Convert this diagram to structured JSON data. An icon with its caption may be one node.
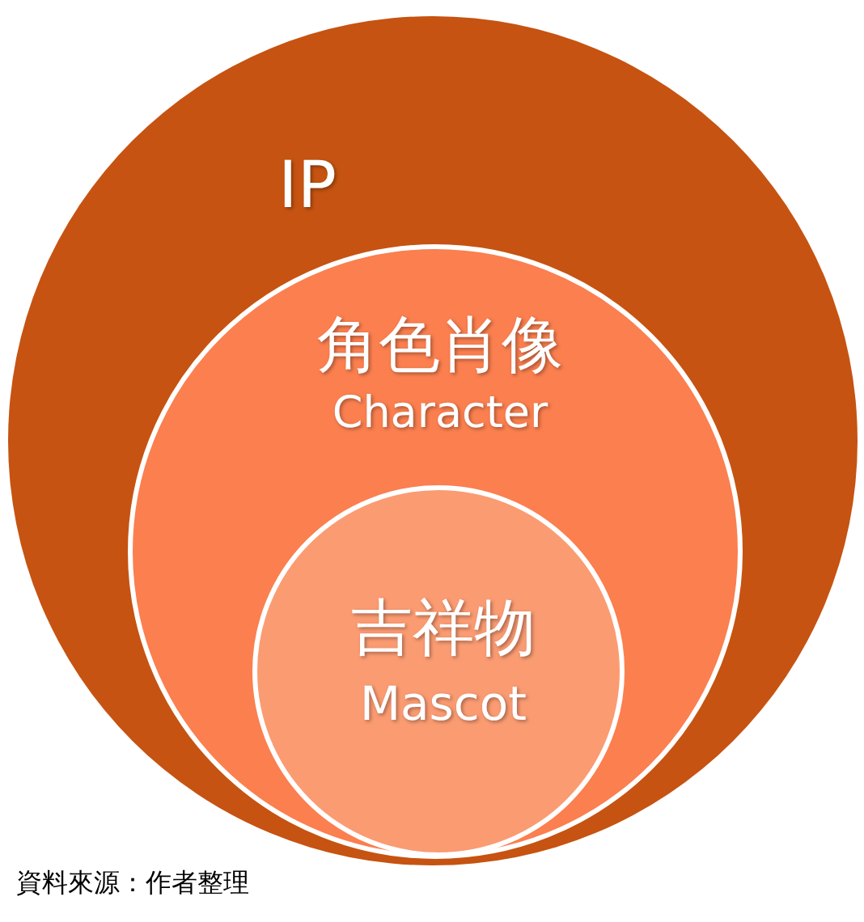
{
  "diagram": {
    "caption": "資料來源：作者整理",
    "nodes": [
      {
        "text": [
          "IP"
        ]
      },
      {
        "text": [
          "角色肖像",
          "Character"
        ],
        "in": 0
      },
      {
        "text": [
          "吉祥物",
          "Mascot"
        ],
        "in": 1
      }
    ]
  }
}
